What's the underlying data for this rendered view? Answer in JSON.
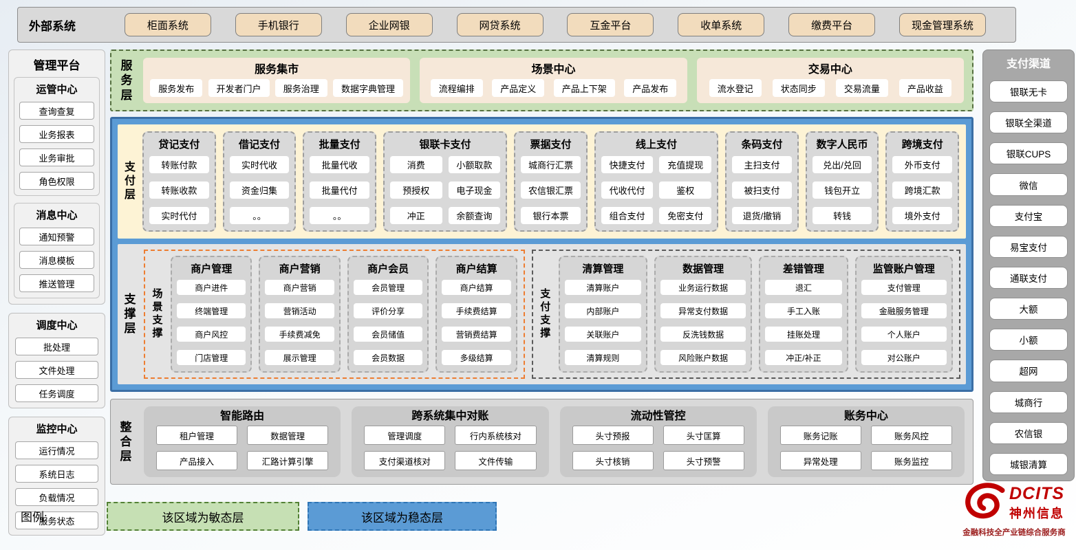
{
  "external_systems": {
    "label": "外部系统",
    "items": [
      "柜面系统",
      "手机银行",
      "企业网银",
      "网贷系统",
      "互金平台",
      "收单系统",
      "缴费平台",
      "现金管理系统"
    ]
  },
  "management_platform": {
    "title": "管理平台",
    "groups": [
      {
        "title": "运管中心",
        "items": [
          "查询查复",
          "业务报表",
          "业务审批",
          "角色权限"
        ]
      },
      {
        "title": "消息中心",
        "items": [
          "通知预警",
          "消息模板",
          "推送管理"
        ]
      },
      {
        "title": "调度中心",
        "items": [
          "批处理",
          "文件处理",
          "任务调度"
        ]
      },
      {
        "title": "监控中心",
        "items": [
          "运行情况",
          "系统日志",
          "负载情况",
          "服务状态"
        ]
      }
    ]
  },
  "service_layer": {
    "label": "服务层",
    "panels": [
      {
        "title": "服务集市",
        "items": [
          "服务发布",
          "开发者门户",
          "服务治理",
          "数据字典管理"
        ]
      },
      {
        "title": "场景中心",
        "items": [
          "流程编排",
          "产品定义",
          "产品上下架",
          "产品发布"
        ]
      },
      {
        "title": "交易中心",
        "items": [
          "流水登记",
          "状态同步",
          "交易流量",
          "产品收益"
        ]
      }
    ]
  },
  "payment_layer": {
    "label": "支付层",
    "columns": [
      {
        "title": "贷记支付",
        "items": [
          "转账付款",
          "转账收款",
          "实时代付"
        ]
      },
      {
        "title": "借记支付",
        "items": [
          "实时代收",
          "资金归集",
          "。。"
        ]
      },
      {
        "title": "批量支付",
        "items": [
          "批量代收",
          "批量代付",
          "。。"
        ]
      },
      {
        "title": "银联卡支付",
        "items": [
          "消费",
          "小额取款",
          "预授权",
          "电子现金",
          "冲正",
          "余额查询"
        ]
      },
      {
        "title": "票据支付",
        "items": [
          "城商行汇票",
          "农信银汇票",
          "银行本票"
        ]
      },
      {
        "title": "线上支付",
        "items": [
          "快捷支付",
          "充值提现",
          "代收代付",
          "鉴权",
          "组合支付",
          "免密支付"
        ]
      },
      {
        "title": "条码支付",
        "items": [
          "主扫支付",
          "被扫支付",
          "退货/撤销"
        ]
      },
      {
        "title": "数字人民币",
        "items": [
          "兑出/兑回",
          "钱包开立",
          "转钱"
        ]
      },
      {
        "title": "跨境支付",
        "items": [
          "外币支付",
          "跨境汇款",
          "境外支付"
        ]
      }
    ]
  },
  "support_layer": {
    "label": "支撑层",
    "sections": [
      {
        "label": "场景支撑",
        "columns": [
          {
            "title": "商户管理",
            "items": [
              "商户进件",
              "终端管理",
              "商户风控",
              "门店管理"
            ]
          },
          {
            "title": "商户营销",
            "items": [
              "商户营销",
              "营销活动",
              "手续费减免",
              "展示管理"
            ]
          },
          {
            "title": "商户会员",
            "items": [
              "会员管理",
              "评价分享",
              "会员储值",
              "会员数据"
            ]
          },
          {
            "title": "商户结算",
            "items": [
              "商户结算",
              "手续费结算",
              "营销费结算",
              "多级结算"
            ]
          }
        ]
      },
      {
        "label": "支付支撑",
        "columns": [
          {
            "title": "清算管理",
            "items": [
              "清算账户",
              "内部账户",
              "关联账户",
              "清算规则"
            ]
          },
          {
            "title": "数据管理",
            "items": [
              "业务运行数据",
              "异常支付数据",
              "反洗钱数据",
              "风险账户数据"
            ]
          },
          {
            "title": "差错管理",
            "items": [
              "退汇",
              "手工入账",
              "挂账处理",
              "冲正/补正"
            ]
          },
          {
            "title": "监管账户管理",
            "items": [
              "支付管理",
              "金融服务管理",
              "个人账户",
              "对公账户"
            ]
          }
        ]
      }
    ]
  },
  "integration_layer": {
    "label": "整合层",
    "panels": [
      {
        "title": "智能路由",
        "items": [
          "租户管理",
          "数据管理",
          "产品接入",
          "汇路计算引擎"
        ]
      },
      {
        "title": "跨系统集中对账",
        "items": [
          "管理调度",
          "行内系统核对",
          "支付渠道核对",
          "文件传输"
        ]
      },
      {
        "title": "流动性管控",
        "items": [
          "头寸预报",
          "头寸匡算",
          "头寸核销",
          "头寸预警"
        ]
      },
      {
        "title": "账务中心",
        "items": [
          "账务记账",
          "账务风控",
          "异常处理",
          "账务监控"
        ]
      }
    ]
  },
  "payment_channels": {
    "title": "支付渠道",
    "items": [
      "银联无卡",
      "银联全渠道",
      "银联CUPS",
      "微信",
      "支付宝",
      "易宝支付",
      "通联支付",
      "大额",
      "小额",
      "超网",
      "城商行",
      "农信银",
      "城银清算"
    ]
  },
  "legend": {
    "label": "图例:",
    "agile_label": "该区域为敏态层",
    "stable_label": "该区域为稳态层"
  },
  "logo": {
    "brand": "DCITS",
    "company": "神州信息",
    "tagline": "金融科技全产业链综合服务商"
  },
  "colors": {
    "agile_green": "#c6e0b4",
    "stable_blue": "#5b9bd5",
    "brand_red": "#c00000"
  }
}
